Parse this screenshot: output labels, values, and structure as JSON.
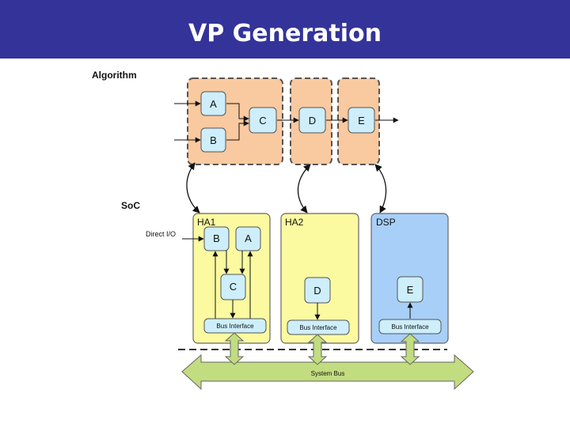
{
  "header": {
    "title": "VP Generation"
  },
  "diagram": {
    "section_algorithm": "Algorithm",
    "section_soc": "SoC",
    "algorithm_nodes": {
      "a": "A",
      "b": "B",
      "c": "C",
      "d": "D",
      "e": "E"
    },
    "ha1": {
      "label": "HA1",
      "direct_io": "Direct I/O",
      "b": "B",
      "a": "A",
      "c": "C",
      "bus_interface": "Bus Interface"
    },
    "ha2": {
      "label": "HA2",
      "d": "D",
      "bus_interface": "Bus Interface"
    },
    "dsp": {
      "label": "DSP",
      "e": "E",
      "bus_interface": "Bus Interface"
    },
    "system_bus": "System Bus",
    "colors": {
      "title_bar": "#33339a",
      "algorithm_group": "#f9c9a0",
      "node_fill": "#cdeefa",
      "hw_block": "#fcfaa0",
      "dsp_block": "#a8cff8",
      "bus_fill": "#c2dc80"
    }
  }
}
